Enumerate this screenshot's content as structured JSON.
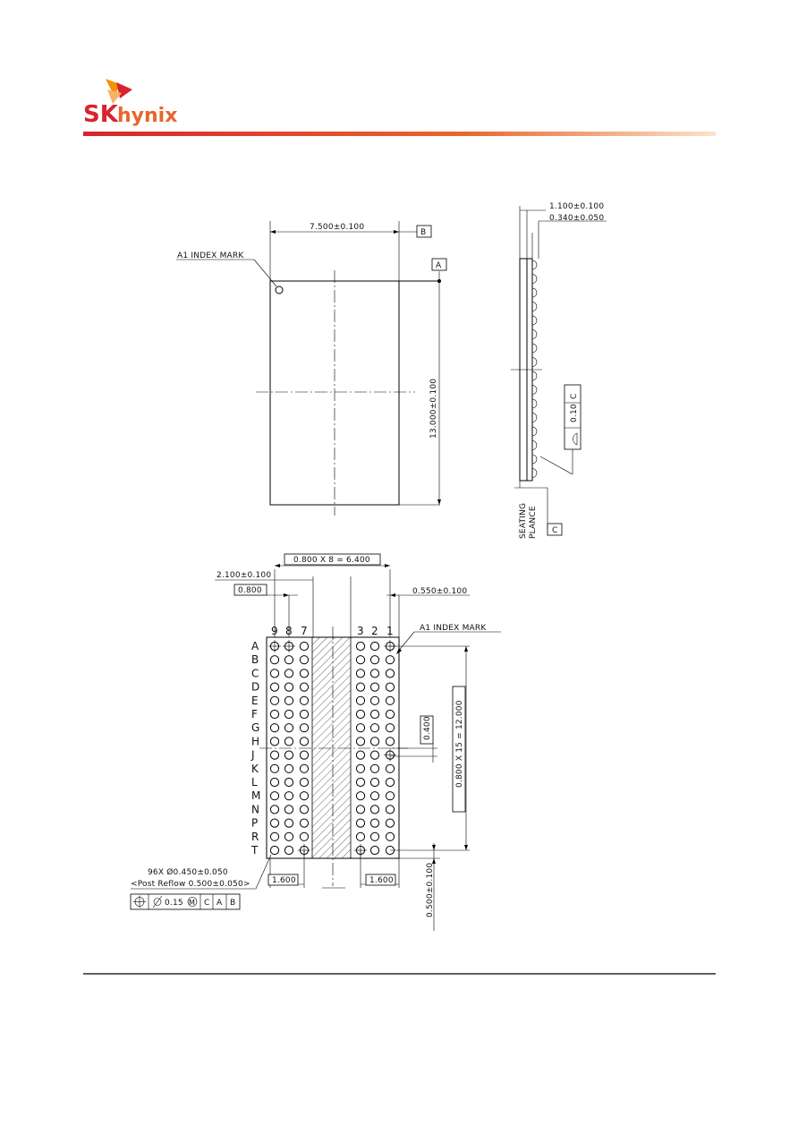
{
  "brand": {
    "logo_sk": "SK",
    "logo_hynix": "hynix",
    "logo_red": "#d9232d",
    "logo_orange": "#f39200"
  },
  "top_view": {
    "width_dim": "7.500±0.100",
    "height_dim": "13.000±0.100",
    "datum_a": "A",
    "datum_b": "B",
    "index_mark": "A1 INDEX MARK"
  },
  "side_view": {
    "height_dim": "1.100±0.100",
    "standoff_dim": "0.340±0.050",
    "flatness": "0.10",
    "flatness_datum": "C",
    "seating_1": "SEATING",
    "seating_2": "PLANCE",
    "seating_datum": "C"
  },
  "bottom_view": {
    "pitch_x": "0.800 X 8 = 6.400",
    "offset_left": "2.100±0.100",
    "pitch_box": "0.800",
    "offset_right": "0.550±0.100",
    "index_mark": "A1 INDEX MARK",
    "columns": [
      "9",
      "8",
      "7",
      "3",
      "2",
      "1"
    ],
    "rows": [
      "A",
      "B",
      "C",
      "D",
      "E",
      "F",
      "G",
      "H",
      "J",
      "K",
      "L",
      "M",
      "N",
      "P",
      "R",
      "T"
    ],
    "half_pitch": "0.400",
    "pitch_y": "0.800 X 15 = 12.000",
    "gap_left": "1.600",
    "gap_right": "1.600",
    "offset_bottom": "0.500±0.100",
    "ball_count": "96X Ø0.450±0.050",
    "post_reflow": "<Post Reflow 0.500±0.050>",
    "tol_value": "0.15",
    "tol_modifier": "M",
    "tol_datums": [
      "C",
      "A",
      "B"
    ]
  }
}
